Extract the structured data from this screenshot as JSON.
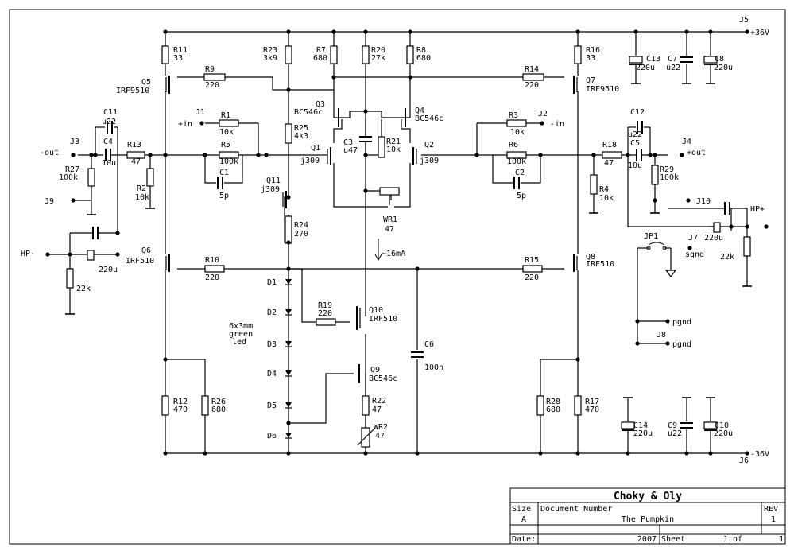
{
  "title_block": {
    "company": "Choky & Oly",
    "size_label": "Size",
    "size_value": "A",
    "doc_label": "Document Number",
    "doc_value": "The Pumpkin",
    "rev_label": "REV",
    "rev_value": "1",
    "date_label": "Date:",
    "date_value": "2007",
    "sheet_label": "Sheet",
    "sheet_value": "1 of",
    "sheet_total": "1"
  },
  "labels": [
    {
      "id": "J5",
      "t": "J5"
    },
    {
      "id": "p36",
      "t": "+36V"
    },
    {
      "id": "J6",
      "t": "J6"
    },
    {
      "id": "m36",
      "t": "-36V"
    },
    {
      "id": "R11",
      "t": "R11"
    },
    {
      "id": "R11v",
      "t": "33"
    },
    {
      "id": "R23",
      "t": "R23"
    },
    {
      "id": "R23v",
      "t": "3k9"
    },
    {
      "id": "R7",
      "t": "R7"
    },
    {
      "id": "R7v",
      "t": "680"
    },
    {
      "id": "R20",
      "t": "R20"
    },
    {
      "id": "R20v",
      "t": "27k"
    },
    {
      "id": "R8",
      "t": "R8"
    },
    {
      "id": "R8v",
      "t": "680"
    },
    {
      "id": "R16",
      "t": "R16"
    },
    {
      "id": "R16v",
      "t": "33"
    },
    {
      "id": "C13",
      "t": "C13"
    },
    {
      "id": "C13v",
      "t": "220u"
    },
    {
      "id": "C7",
      "t": "C7"
    },
    {
      "id": "C7v",
      "t": "u22"
    },
    {
      "id": "C8",
      "t": "C8"
    },
    {
      "id": "C8v",
      "t": "220u"
    },
    {
      "id": "R9",
      "t": "R9"
    },
    {
      "id": "R9v",
      "t": "220"
    },
    {
      "id": "R14",
      "t": "R14"
    },
    {
      "id": "R14v",
      "t": "220"
    },
    {
      "id": "Q5",
      "t": "Q5"
    },
    {
      "id": "Q5v",
      "t": "IRF9510"
    },
    {
      "id": "Q7",
      "t": "Q7"
    },
    {
      "id": "Q7v",
      "t": "IRF9510"
    },
    {
      "id": "Q3",
      "t": "Q3"
    },
    {
      "id": "Q3v",
      "t": "BC546c"
    },
    {
      "id": "Q4",
      "t": "Q4"
    },
    {
      "id": "Q4v",
      "t": "BC546c"
    },
    {
      "id": "J1",
      "t": "J1"
    },
    {
      "id": "J1v",
      "t": "+in"
    },
    {
      "id": "R1",
      "t": "R1"
    },
    {
      "id": "R1v",
      "t": "10k"
    },
    {
      "id": "J2",
      "t": "J2"
    },
    {
      "id": "J2v",
      "t": "-in"
    },
    {
      "id": "R3",
      "t": "R3"
    },
    {
      "id": "R3v",
      "t": "10k"
    },
    {
      "id": "R25",
      "t": "R25"
    },
    {
      "id": "R25v",
      "t": "4k3"
    },
    {
      "id": "C3",
      "t": "C3"
    },
    {
      "id": "C3v",
      "t": "u47"
    },
    {
      "id": "R21",
      "t": "R21"
    },
    {
      "id": "R21v",
      "t": "10k"
    },
    {
      "id": "C11",
      "t": "C11"
    },
    {
      "id": "C11v",
      "t": "u22"
    },
    {
      "id": "C4",
      "t": "C4"
    },
    {
      "id": "C4v",
      "t": "10u"
    },
    {
      "id": "C12",
      "t": "C12"
    },
    {
      "id": "C12v",
      "t": "u22"
    },
    {
      "id": "C5",
      "t": "C5"
    },
    {
      "id": "C5v",
      "t": "10u"
    },
    {
      "id": "J3",
      "t": "J3"
    },
    {
      "id": "J3v",
      "t": "-out"
    },
    {
      "id": "R13",
      "t": "R13"
    },
    {
      "id": "R13v",
      "t": "47"
    },
    {
      "id": "R5",
      "t": "R5"
    },
    {
      "id": "R5v",
      "t": "100k"
    },
    {
      "id": "Q1",
      "t": "Q1"
    },
    {
      "id": "Q1v",
      "t": "j309"
    },
    {
      "id": "Q2",
      "t": "Q2"
    },
    {
      "id": "Q2v",
      "t": "j309"
    },
    {
      "id": "R6",
      "t": "R6"
    },
    {
      "id": "R6v",
      "t": "100k"
    },
    {
      "id": "R18",
      "t": "R18"
    },
    {
      "id": "R18v",
      "t": "47"
    },
    {
      "id": "J4",
      "t": "J4"
    },
    {
      "id": "J4v",
      "t": "+out"
    },
    {
      "id": "R27",
      "t": "R27"
    },
    {
      "id": "R27v",
      "t": "100k"
    },
    {
      "id": "R2",
      "t": "R2"
    },
    {
      "id": "R2v",
      "t": "10k"
    },
    {
      "id": "C1",
      "t": "C1"
    },
    {
      "id": "C1v",
      "t": "5p"
    },
    {
      "id": "C2",
      "t": "C2"
    },
    {
      "id": "C2v",
      "t": "5p"
    },
    {
      "id": "R4",
      "t": "R4"
    },
    {
      "id": "R4v",
      "t": "10k"
    },
    {
      "id": "R29",
      "t": "R29"
    },
    {
      "id": "R29v",
      "t": "100k"
    },
    {
      "id": "J9",
      "t": "J9"
    },
    {
      "id": "J10",
      "t": "J10"
    },
    {
      "id": "Q11",
      "t": "Q11"
    },
    {
      "id": "Q11v",
      "t": "j309"
    },
    {
      "id": "WR1",
      "t": "WR1"
    },
    {
      "id": "WR1v",
      "t": "47"
    },
    {
      "id": "HPp",
      "t": "HP+"
    },
    {
      "id": "HPm",
      "t": "HP-"
    },
    {
      "id": "R24",
      "t": "R24"
    },
    {
      "id": "R24v",
      "t": "270"
    },
    {
      "id": "C220a",
      "t": "220u"
    },
    {
      "id": "C220b",
      "t": "220u"
    },
    {
      "id": "R22ka",
      "t": "22k"
    },
    {
      "id": "R22kb",
      "t": "22k"
    },
    {
      "id": "JP1",
      "t": "JP1"
    },
    {
      "id": "J7",
      "t": "J7"
    },
    {
      "id": "sgnd",
      "t": "sgnd"
    },
    {
      "id": "cur",
      "t": "~16mA"
    },
    {
      "id": "Q6",
      "t": "Q6"
    },
    {
      "id": "Q6v",
      "t": "IRF510"
    },
    {
      "id": "R10",
      "t": "R10"
    },
    {
      "id": "R10v",
      "t": "220"
    },
    {
      "id": "R15",
      "t": "R15"
    },
    {
      "id": "R15v",
      "t": "220"
    },
    {
      "id": "Q8",
      "t": "Q8"
    },
    {
      "id": "Q8v",
      "t": "IRF510"
    },
    {
      "id": "D1",
      "t": "D1"
    },
    {
      "id": "D2",
      "t": "D2"
    },
    {
      "id": "D3",
      "t": "D3"
    },
    {
      "id": "D4",
      "t": "D4"
    },
    {
      "id": "D5",
      "t": "D5"
    },
    {
      "id": "D6",
      "t": "D6"
    },
    {
      "id": "led1",
      "t": "6x3mm"
    },
    {
      "id": "led2",
      "t": "green"
    },
    {
      "id": "led3",
      "t": "led"
    },
    {
      "id": "R19",
      "t": "R19"
    },
    {
      "id": "R19v",
      "t": "220"
    },
    {
      "id": "Q10",
      "t": "Q10"
    },
    {
      "id": "Q10v",
      "t": "IRF510"
    },
    {
      "id": "pgnd1",
      "t": "pgnd"
    },
    {
      "id": "J8",
      "t": "J8"
    },
    {
      "id": "pgnd2",
      "t": "pgnd"
    },
    {
      "id": "C6",
      "t": "C6"
    },
    {
      "id": "C6v",
      "t": "100n"
    },
    {
      "id": "Q9",
      "t": "Q9"
    },
    {
      "id": "Q9v",
      "t": "BC546c"
    },
    {
      "id": "R22",
      "t": "R22"
    },
    {
      "id": "R22v",
      "t": "47"
    },
    {
      "id": "WR2",
      "t": "WR2"
    },
    {
      "id": "WR2v",
      "t": "47"
    },
    {
      "id": "R12",
      "t": "R12"
    },
    {
      "id": "R12v",
      "t": "470"
    },
    {
      "id": "R26",
      "t": "R26"
    },
    {
      "id": "R26v",
      "t": "680"
    },
    {
      "id": "R28",
      "t": "R28"
    },
    {
      "id": "R28v",
      "t": "680"
    },
    {
      "id": "R17",
      "t": "R17"
    },
    {
      "id": "R17v",
      "t": "470"
    },
    {
      "id": "C14",
      "t": "C14"
    },
    {
      "id": "C14v",
      "t": "220u"
    },
    {
      "id": "C9",
      "t": "C9"
    },
    {
      "id": "C9v",
      "t": "u22"
    },
    {
      "id": "C10",
      "t": "C10"
    },
    {
      "id": "C10v",
      "t": "220u"
    }
  ]
}
